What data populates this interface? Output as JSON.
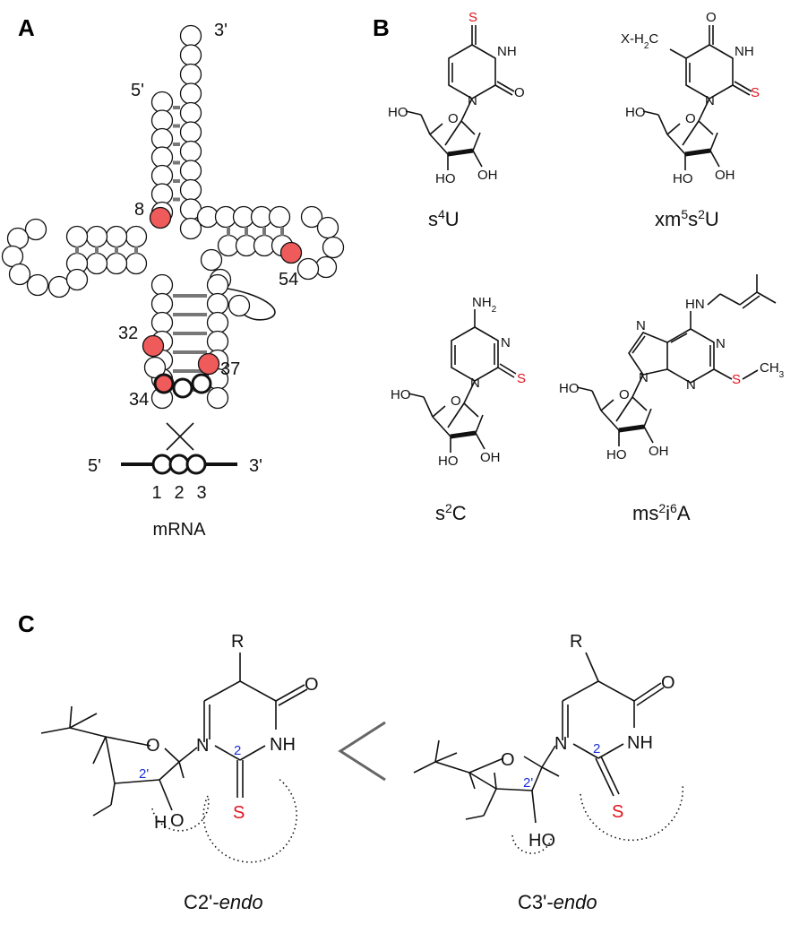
{
  "panels": {
    "a": "A",
    "b": "B",
    "c": "C"
  },
  "trna": {
    "end_5": "5'",
    "end_3": "3'",
    "positions": {
      "p8": "8",
      "p54": "54",
      "p32": "32",
      "p37": "37",
      "p34": "34"
    },
    "mrna": {
      "label": "mRNA",
      "end_5": "5'",
      "end_3": "3'",
      "codon": [
        "1",
        "2",
        "3"
      ]
    },
    "colors": {
      "modified": "#ef5a5a",
      "pair": "#777777"
    }
  },
  "molecules": {
    "s4u": {
      "label_base": "s",
      "label_sup": "4",
      "label_rest": "U"
    },
    "xm5s2u": {
      "p1": "xm",
      "s1": "5",
      "p2": "s",
      "s2": "2",
      "p3": "U",
      "sub_a": "X-H",
      "sub_b": "2",
      "sub_c": "C"
    },
    "s2c": {
      "label_base": "s",
      "label_sup": "2",
      "label_rest": "C",
      "amino": "NH",
      "amino_sub": "2"
    },
    "ms2i6a": {
      "p1": "ms",
      "s1": "2",
      "p2": "i",
      "s2": "6",
      "p3": "A",
      "methyl": "CH",
      "methyl_sub": "3"
    }
  },
  "atoms": {
    "s": "S",
    "o": "O",
    "nh": "NH",
    "n": "N",
    "ho": "HO",
    "oh": "OH",
    "h": "H",
    "r": "R"
  },
  "conformers": {
    "left_caption_a": "C2'-",
    "left_caption_b": "endo",
    "right_caption_a": "C3'-",
    "right_caption_b": "endo",
    "pos_2prime": "2'",
    "pos_2": "2",
    "relation": "less-than"
  }
}
